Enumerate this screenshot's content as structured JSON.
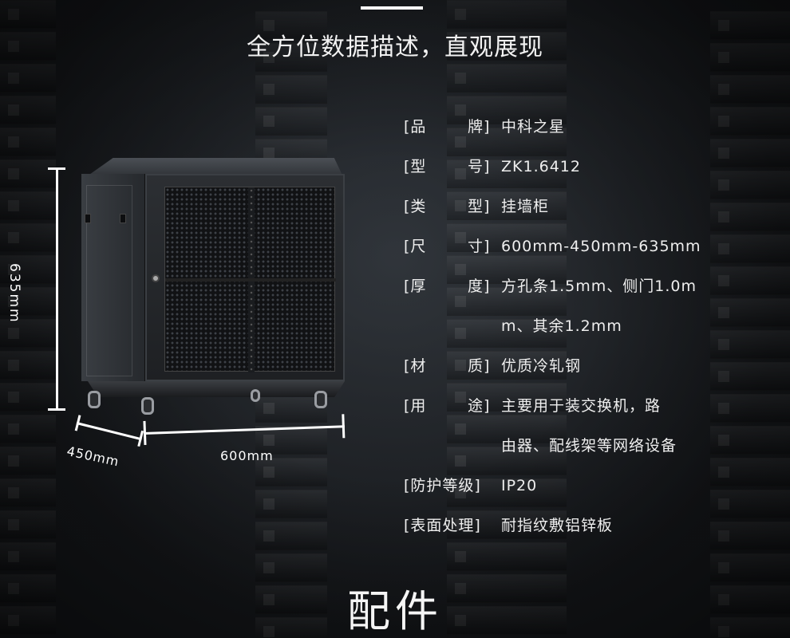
{
  "heading": "全方位数据描述，直观展现",
  "dimensions": {
    "height": "635mm",
    "depth": "450mm",
    "width": "600mm"
  },
  "specs": [
    {
      "label_open": "[品",
      "label_close": "牌]",
      "value": "中科之星"
    },
    {
      "label_open": "[型",
      "label_close": "号]",
      "value": "ZK1.6412"
    },
    {
      "label_open": "[类",
      "label_close": "型]",
      "value": "挂墙柜"
    },
    {
      "label_open": "[尺",
      "label_close": "寸]",
      "value": "600mm-450mm-635mm"
    },
    {
      "label_open": "[厚",
      "label_close": "度]",
      "value": "方孔条1.5mm、侧门1.0m"
    },
    {
      "label_open": "",
      "label_close": "",
      "value": "m、其余1.2mm"
    },
    {
      "label_open": "[材",
      "label_close": "质]",
      "value": "优质冷轧钢"
    },
    {
      "label_open": "[用",
      "label_close": "途]",
      "value": "主要用于装交换机，路"
    },
    {
      "label_open": "",
      "label_close": "",
      "value": "由器、配线架等网络设备"
    },
    {
      "label_full": "[防护等级]",
      "value": "IP20"
    },
    {
      "label_full": "[表面处理]",
      "value": "耐指纹敷铝锌板"
    }
  ],
  "footer_title": "配件"
}
